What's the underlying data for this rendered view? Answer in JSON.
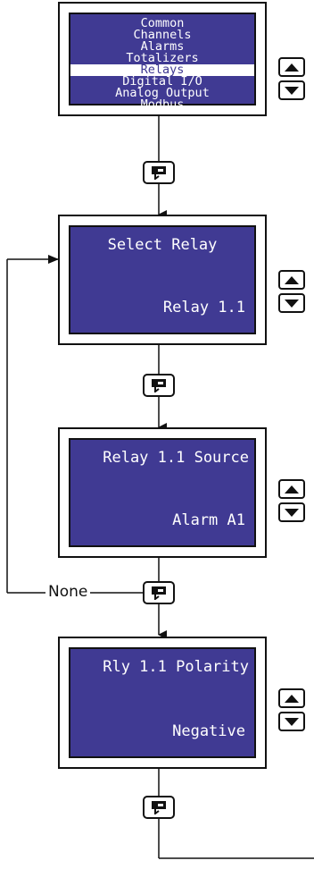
{
  "menu_screen": {
    "items": [
      "Common",
      "Channels",
      "Alarms",
      "Totalizers",
      "Relays",
      "Digital I/O",
      "Analog Output",
      "Modbus"
    ],
    "selected_index": 4
  },
  "screens": [
    {
      "title": "Select Relay",
      "value": "Relay 1.1"
    },
    {
      "title": "Relay 1.1 Source",
      "value": "Alarm A1"
    },
    {
      "title": "Rly 1.1 Polarity",
      "value": "Negative"
    }
  ],
  "branch_label": "None",
  "colors": {
    "screen_bg": "#403a93",
    "screen_text": "#ffffff",
    "line": "#111111"
  },
  "icons": {
    "up": "up-arrow-icon",
    "down": "down-arrow-icon",
    "enter": "enter-icon"
  }
}
